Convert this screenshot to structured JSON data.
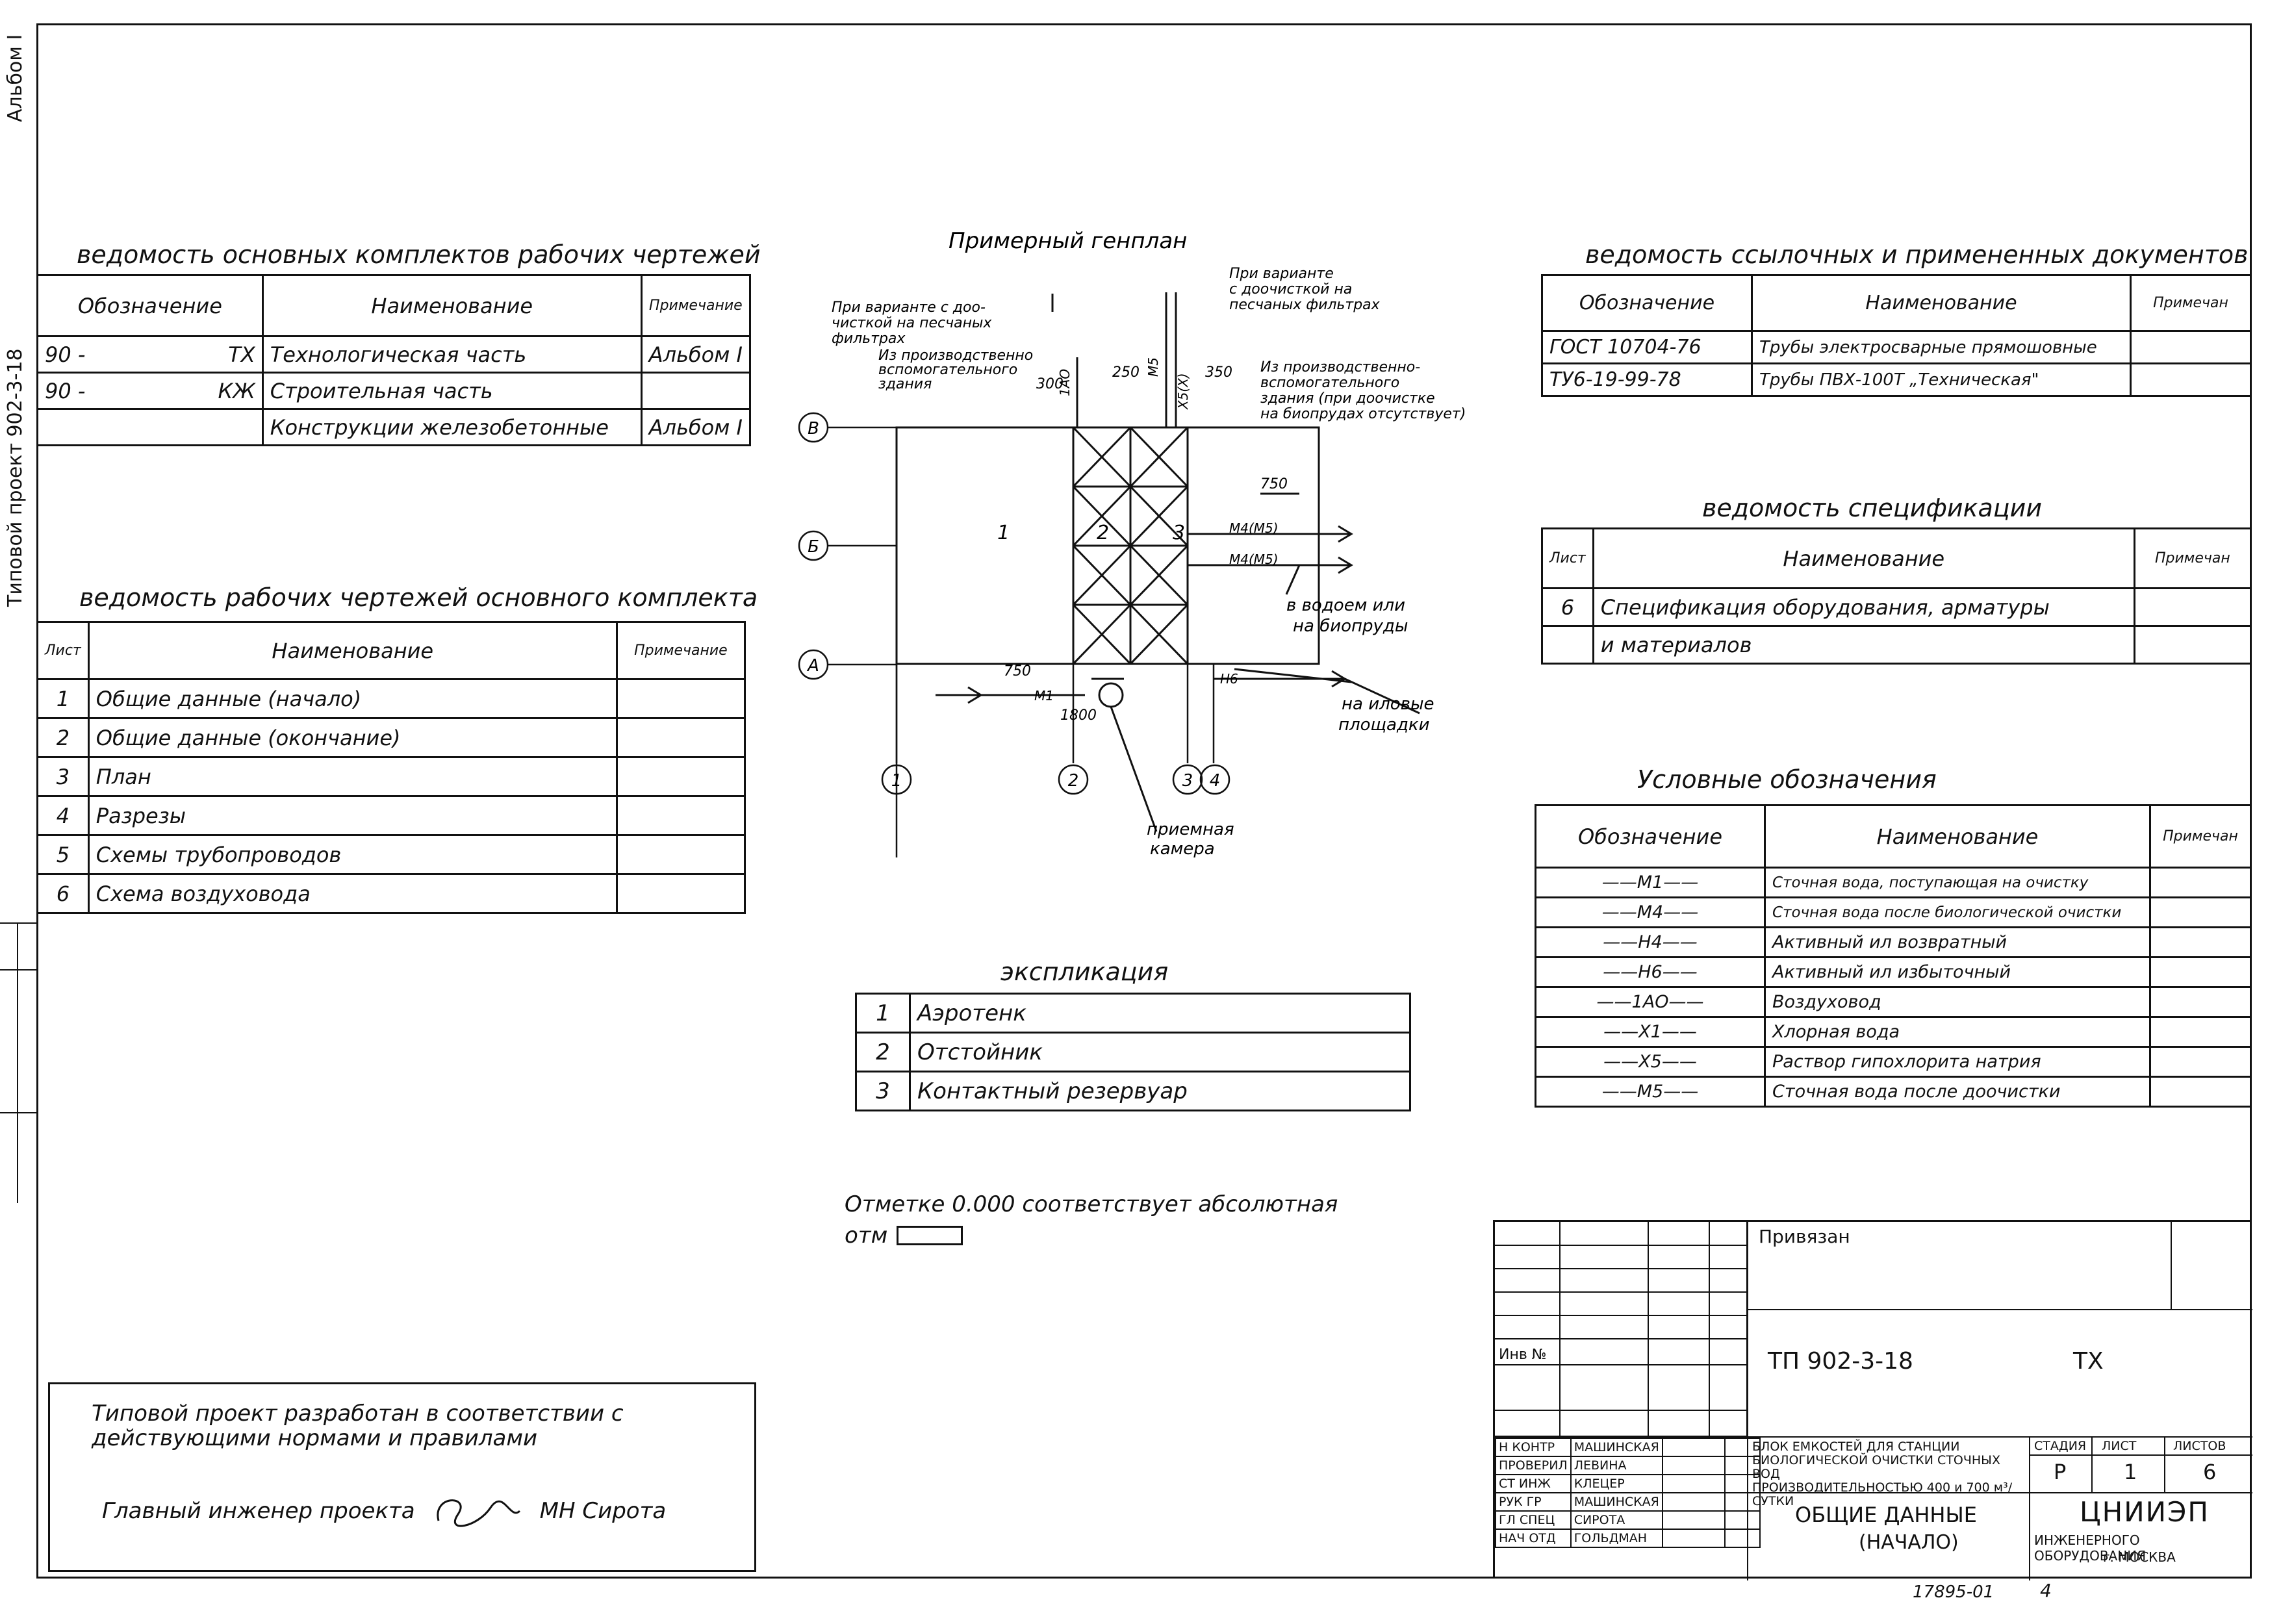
{
  "side": {
    "album": "Альбом I",
    "project": "Типовой проект 902-3-18"
  },
  "main_sets": {
    "title": "ведомость основных комплектов рабочих чертежей",
    "headers": [
      "Обозначение",
      "Наименование",
      "Примечание"
    ],
    "rows": [
      {
        "code": "90 -",
        "suffix": "ТХ",
        "name": "Технологическая часть",
        "note": "Альбом I"
      },
      {
        "code": "90 -",
        "suffix": "КЖ",
        "name": "Строительная часть",
        "note": ""
      },
      {
        "code": "",
        "suffix": "",
        "name": "Конструкции железобетонные",
        "note": "Альбом I"
      }
    ]
  },
  "working_drawings": {
    "title": "ведомость рабочих чертежей основного комплекта",
    "headers": [
      "Лист",
      "Наименование",
      "Примечание"
    ],
    "rows": [
      {
        "sheet": "1",
        "name": "Общие данные (начало)"
      },
      {
        "sheet": "2",
        "name": "Общие данные (окончание)"
      },
      {
        "sheet": "3",
        "name": "План"
      },
      {
        "sheet": "4",
        "name": "Разрезы"
      },
      {
        "sheet": "5",
        "name": "Схемы трубопроводов"
      },
      {
        "sheet": "6",
        "name": "Схема воздуховода"
      }
    ]
  },
  "plan": {
    "title": "Примерный генплан",
    "axes_rows": [
      "В",
      "Б",
      "А"
    ],
    "axes_cols": [
      "1",
      "2",
      "3",
      "4"
    ],
    "dims": {
      "d300": "300",
      "d250": "250",
      "d350": "350",
      "d750a": "750",
      "d750b": "750",
      "d1800": "1800"
    },
    "pipes": {
      "p1a0": "1АО",
      "pm5": "М5",
      "px5": "Х5(Х)",
      "pm1": "М1",
      "pm4": "М4(М5)",
      "pm4b": "М4(М5)",
      "ph6": "Н6"
    },
    "zones": {
      "z1": "1",
      "z2": "2",
      "z3": "3"
    },
    "notes": {
      "n1": [
        "При варианте с доо-",
        "чисткой на песчаных",
        "фильтрах"
      ],
      "n2": [
        "Из производственно",
        "вспомогательного",
        "здания"
      ],
      "n3": [
        "При варианте",
        "с доочисткой на",
        "песчаных фильтрах"
      ],
      "n4": [
        "Из производственно-",
        "вспомогательного",
        "здания (при доочистке",
        "на биопрудах отсутствует)"
      ],
      "n5": [
        "в водоем или",
        "на биопруды"
      ],
      "n6": [
        "на иловые",
        "площадки"
      ],
      "n7": [
        "приемная",
        "камера"
      ]
    }
  },
  "explication": {
    "title": "экспликация",
    "rows": [
      {
        "num": "1",
        "name": "Аэротенк"
      },
      {
        "num": "2",
        "name": "Отстойник"
      },
      {
        "num": "3",
        "name": "Контактный резервуар"
      }
    ]
  },
  "elevation_note": {
    "line1": "Отметке 0.000 соответствует абсолютная",
    "line2": "отм"
  },
  "refs": {
    "title": "ведомость ссылочных и примененных документов",
    "headers": [
      "Обозначение",
      "Наименование",
      "Примечан"
    ],
    "rows": [
      {
        "code": "ГОСТ 10704-76",
        "name": "Трубы электросварные прямошовные"
      },
      {
        "code": "ТУ6-19-99-78",
        "name": "Трубы ПВХ-100Т „Техническая\""
      }
    ]
  },
  "spec": {
    "title": "ведомость спецификации",
    "headers": [
      "Лист",
      "Наименование",
      "Примечан"
    ],
    "rows": [
      {
        "sheet": "6",
        "name": "Спецификация оборудования, арматуры"
      },
      {
        "sheet": "",
        "name": "и материалов"
      }
    ]
  },
  "legend": {
    "title": "Условные обозначения",
    "headers": [
      "Обозначение",
      "Наименование",
      "Примечан"
    ],
    "rows": [
      {
        "sym": "М1",
        "name": "Сточная вода, поступающая на очистку"
      },
      {
        "sym": "М4",
        "name": "Сточная вода после биологической очистки"
      },
      {
        "sym": "Н4",
        "name": "Активный ил возвратный"
      },
      {
        "sym": "Н6",
        "name": "Активный ил избыточный"
      },
      {
        "sym": "1АО",
        "name": "Воздуховод"
      },
      {
        "sym": "Х1",
        "name": "Хлорная вода"
      },
      {
        "sym": "Х5",
        "name": "Раствор гипохлорита натрия"
      },
      {
        "sym": "М5",
        "name": "Сточная вода после доочистки"
      }
    ]
  },
  "bottom_note": {
    "line1": "Типовой проект разработан в соответствии с",
    "line2": "действующими нормами и правилами",
    "engineer_label": "Главный инженер проекта",
    "engineer_name": "МН Сирота"
  },
  "title_block": {
    "privyazan": "Привязан",
    "inv": "Инв №",
    "doc_code": "ТП 902-3-18",
    "mark": "ТХ",
    "roles": [
      {
        "role": "Н КОНТР",
        "name": "МАШИНСКАЯ"
      },
      {
        "role": "ПРОВЕРИЛ",
        "name": "ЛЕВИНА"
      },
      {
        "role": "СТ ИНЖ",
        "name": "КЛЕЦЕР"
      },
      {
        "role": "РУК ГР",
        "name": "МАШИНСКАЯ"
      },
      {
        "role": "ГЛ СПЕЦ",
        "name": "СИРОТА"
      },
      {
        "role": "НАЧ ОТД",
        "name": "ГОЛЬДМАН"
      }
    ],
    "desc": [
      "БЛОК ЕМКОСТЕЙ ДЛЯ СТАНЦИИ",
      "БИОЛОГИЧЕСКОЙ ОЧИСТКИ СТОЧНЫХ ВОД",
      "ПРОИЗВОДИТЕЛЬНОСТЬЮ 400 и 700 м³/СУТКИ"
    ],
    "stage_label": "СТАДИЯ",
    "sheet_label": "ЛИСТ",
    "sheets_label": "ЛИСТОВ",
    "stage": "Р",
    "sheet": "1",
    "sheets": "6",
    "sheet_title": "ОБЩИЕ ДАННЫЕ",
    "sheet_sub": "(НАЧАЛО)",
    "org": "ЦНИИЭП",
    "org_sub": "ИНЖЕНЕРНОГО ОБОРУДОВАНИЯ",
    "org_city": "г. МОСКВА"
  },
  "footer": {
    "num": "17895-01",
    "page": "4"
  }
}
